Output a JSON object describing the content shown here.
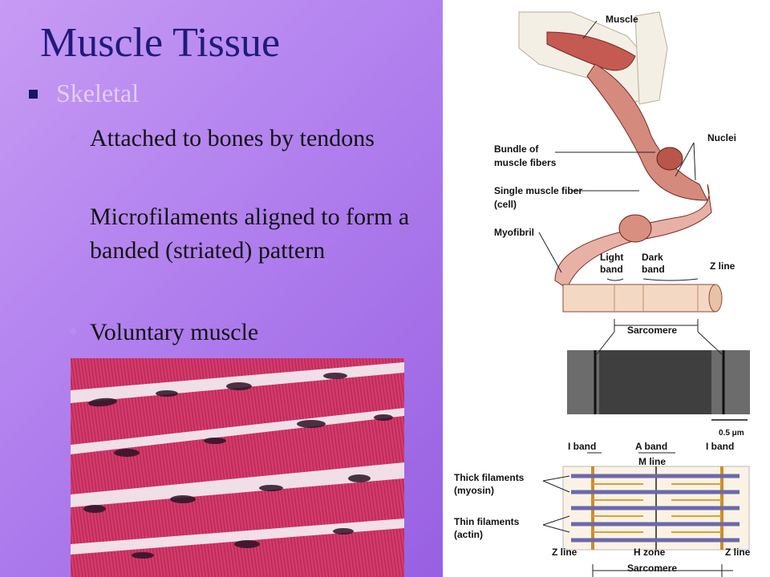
{
  "slide": {
    "title": "Muscle Tissue",
    "bullet": "Skeletal",
    "sub_bullets": [
      "Attached to bones by tendons",
      "Microfilaments aligned to form a banded (striated) pattern",
      "Voluntary muscle"
    ]
  },
  "diagram": {
    "labels": {
      "muscle": "Muscle",
      "nuclei": "Nuclei",
      "bundle_1": "Bundle of",
      "bundle_2": "muscle fibers",
      "single_1": "Single muscle fiber",
      "single_2": "(cell)",
      "myofibril": "Myofibril",
      "light_1": "Light",
      "light_2": "band",
      "dark_1": "Dark",
      "dark_2": "band",
      "z_line": "Z line",
      "sarcomere": "Sarcomere",
      "scale": "0.5 μm",
      "i_band": "I band",
      "a_band": "A band",
      "m_line": "M line",
      "thick_1": "Thick filaments",
      "thick_2": "(myosin)",
      "thin_1": "Thin filaments",
      "thin_2": "(actin)",
      "h_zone": "H zone"
    }
  },
  "colors": {
    "title": "#1f1b7a",
    "bullet": "#e2cff8",
    "background_light": "#c79bf4",
    "background_dark": "#9860e2"
  }
}
